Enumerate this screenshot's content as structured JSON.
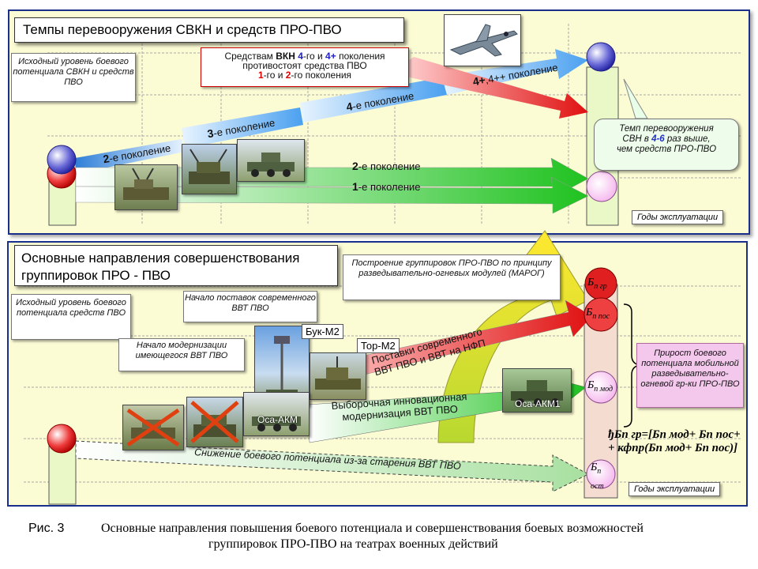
{
  "top": {
    "title": "Темпы перевооружения  СВКН и средств ПРО-ПВО",
    "initial_level_note": "Исходный уровень боевого потенциала СВКН и средств ПВО",
    "red_box": {
      "line1_a": "Средствам ",
      "line1_b": "ВКН ",
      "line1_c": "4",
      "line1_d": "-го и ",
      "line1_e": "4+",
      "line1_f": " поколения",
      "line2": "противостоят  средства ПВО",
      "line3_a": "1",
      "line3_b": "-го и ",
      "line3_c": "2",
      "line3_d": "-го поколения"
    },
    "blue_arrows": [
      {
        "num": "2",
        "text": "-е поколение"
      },
      {
        "num": "3",
        "text": "-е поколение"
      },
      {
        "num": "4",
        "text": "-е поколение"
      },
      {
        "num": "4+",
        "text": ",4++ поколение"
      }
    ],
    "green_arrows": [
      {
        "num": "2",
        "text": "-е поколение"
      },
      {
        "num": "1",
        "text": "-е поколение"
      }
    ],
    "rate_note": {
      "line1": "Темп перевооружения",
      "line2_a": "СВН в ",
      "line2_b": "4-6",
      "line2_c": " раз выше,",
      "line3": "чем средств ПРО-ПВО"
    },
    "years": "Годы эксплуатации"
  },
  "bottom": {
    "title_line1": "Основные направления  совершенствования",
    "title_line2": "группировок ПРО - ПВО",
    "initial_level_note": "Исходный уровень боевого потенциала средств ПВО",
    "marog_note": "Построение  группировок  ПРО-ПВО по принципу  разведывательно-огневых модулей  (МАРОГ)",
    "start_deliveries": "Начало поставок современного ВВТ ПВО",
    "start_modernization": "Начало модернизации имеющегося  ВВТ ПВО",
    "buk": "Бук-М2",
    "tor": "Тор-М2",
    "osa1": "Оса-АКМ",
    "osa2": "Оса-АКМ1",
    "arrow_deliveries_line1": "Поставки     современного",
    "arrow_deliveries_line2": "ВВТ ПВО и ВВТ на НФП",
    "arrow_modern_line1": "Выборочная   инновационная",
    "arrow_modern_line2": "модернизация        ВВТ ПВО",
    "arrow_decline": "Снижение  боевого потенциала  из-за старения ВВТ ПВО",
    "bp_gr": "п гр",
    "bp_pos": "п пос",
    "bp_mod": "п мод",
    "bp_ost": "ост",
    "growth_note": "Прирост боевого потенциала мобильной разведывательно-огневой гр-ки ПРО-ПВО",
    "formula_line1": "ђБп гр=[Бп мод+ Бп пос+",
    "formula_line2": "+ кфпр(Бп мод+ Бп пос)]",
    "years": "Годы эксплуатации"
  },
  "caption": {
    "num": "Рис. 3",
    "line1": "Основные направления повышения боевого потенциала и совершенствования боевых возможностей",
    "line2": "группировок ПРО-ПВО на театрах военных действий"
  },
  "colors": {
    "border": "#1a2f8a",
    "panel": "#fbfbd4",
    "blue_arrow": "#7fbff0",
    "green_arrow": "#2ec82e",
    "red_arrow": "#e82020",
    "yellow_arrow": "#f0e020"
  }
}
